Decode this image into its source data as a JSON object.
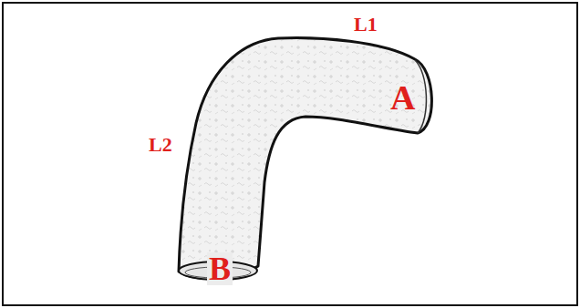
{
  "diagram": {
    "labels": [
      "L1",
      "L2",
      "A",
      "B"
    ]
  }
}
